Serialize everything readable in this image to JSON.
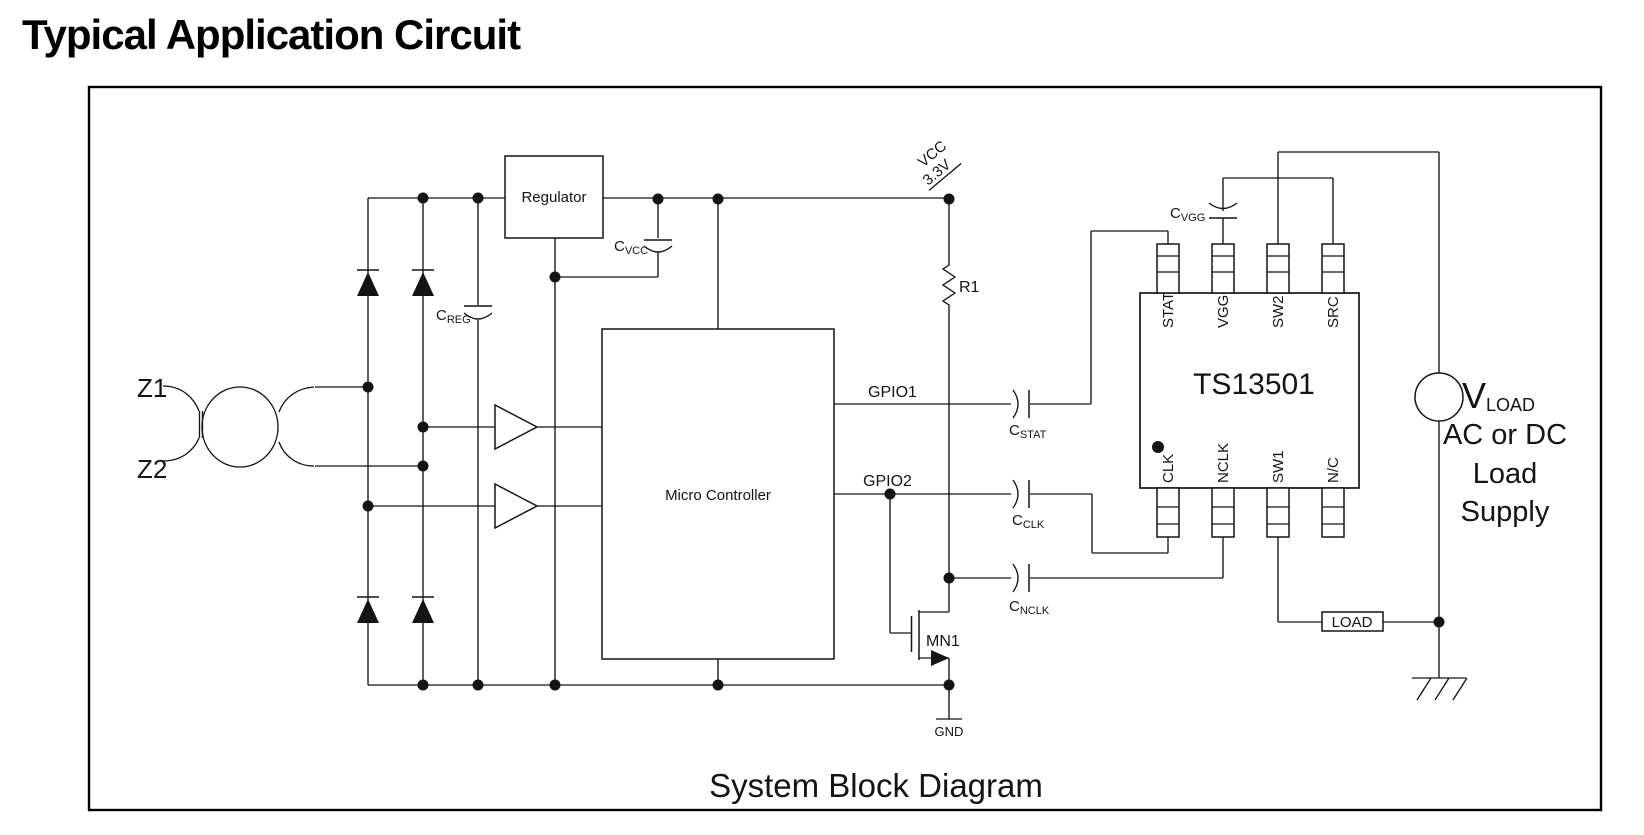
{
  "title": "Typical Application Circuit",
  "caption": "System Block Diagram",
  "schematic": {
    "sources": {
      "z1": "Z1",
      "z2": "Z2"
    },
    "regulator_label": "Regulator",
    "micro_controller_label": "Micro Controller",
    "chip": {
      "name": "TS13501",
      "pins_top": [
        "STAT",
        "VGG",
        "SW2",
        "SRC"
      ],
      "pins_bottom": [
        "CLK",
        "NCLK",
        "SW1",
        "N/C"
      ]
    },
    "capacitors": {
      "c_reg": {
        "base": "C",
        "sub": "REG"
      },
      "c_vcc": {
        "base": "C",
        "sub": "VCC"
      },
      "c_vgg": {
        "base": "C",
        "sub": "VGG"
      },
      "c_stat": {
        "base": "C",
        "sub": "STAT"
      },
      "c_clk": {
        "base": "C",
        "sub": "CLK"
      },
      "c_nclk": {
        "base": "C",
        "sub": "NCLK"
      }
    },
    "resistor_r1": "R1",
    "mosfet_mn1": "MN1",
    "load_block": "LOAD",
    "nets": {
      "vcc": "VCC",
      "vcc_voltage": "3.3V",
      "gnd": "GND",
      "gpio1": "GPIO1",
      "gpio2": "GPIO2"
    },
    "load_supply": {
      "v": "V",
      "v_sub": "LOAD",
      "line1": "AC or DC",
      "line2": "Load",
      "line3": "Supply"
    }
  },
  "colors": {
    "ink": "#141414",
    "background": "#ffffff"
  }
}
